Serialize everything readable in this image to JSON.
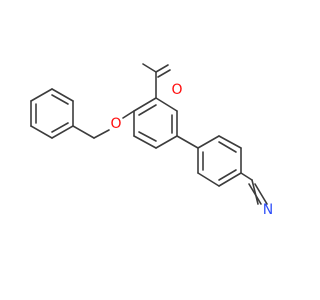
{
  "molecule": {
    "atoms": {
      "O_aldehyde": {
        "label": "O",
        "color": "#ff0d0d"
      },
      "O_ether": {
        "label": "O",
        "color": "#ff0d0d"
      },
      "N_nitrile": {
        "label": "N",
        "color": "#3050f8"
      }
    },
    "bond_color": "#3c3c3c"
  }
}
